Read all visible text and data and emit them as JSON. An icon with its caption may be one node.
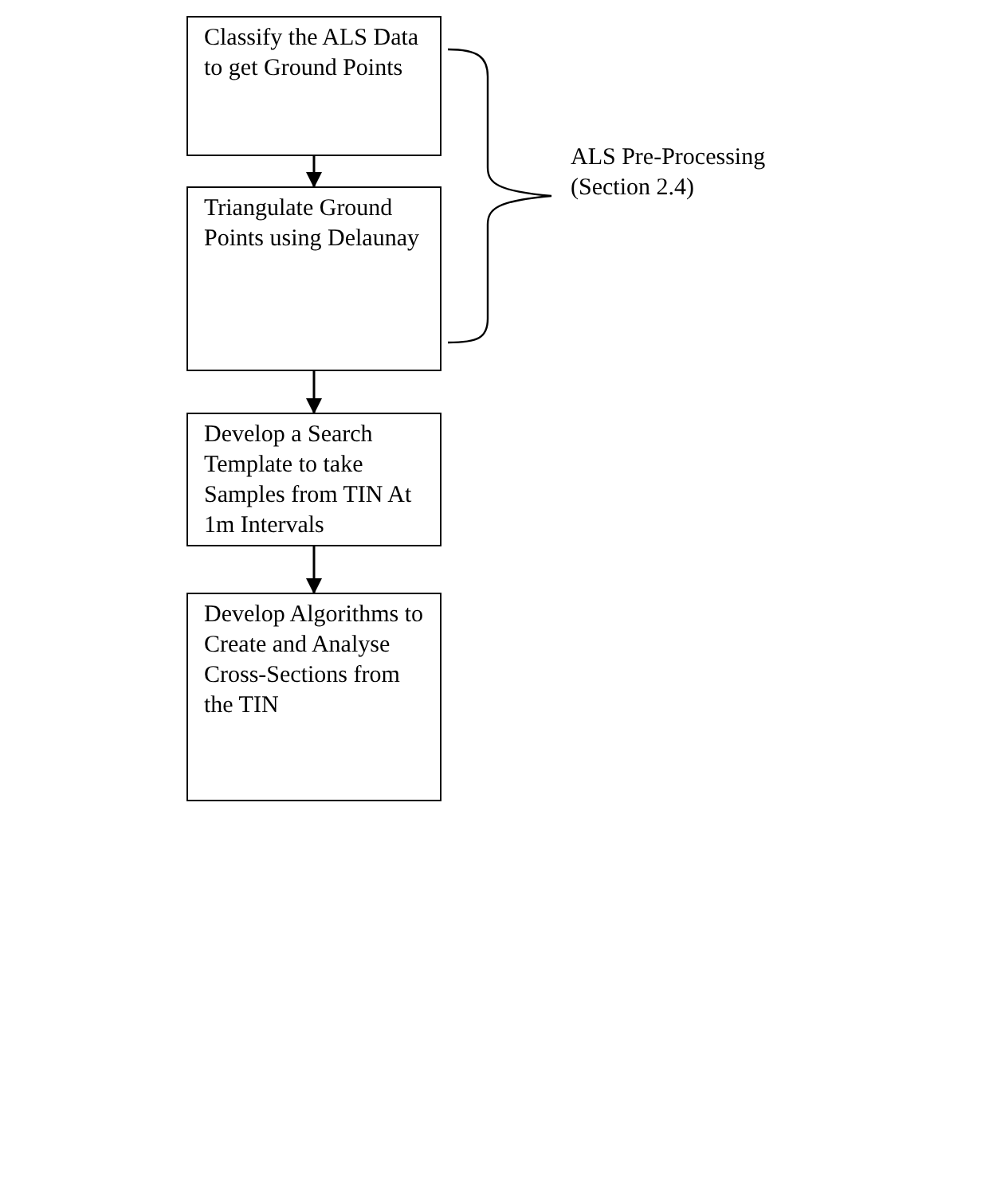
{
  "diagram": {
    "nodes": [
      {
        "text": [
          "Classify the ALS Data to get Ground Points"
        ]
      },
      {
        "text": [
          "Triangulate Ground Points using Delaunay"
        ]
      },
      {
        "text": [
          "Develop a Search Template to take Samples from TIN At 1m Intervals"
        ]
      },
      {
        "text": [
          "Develop Algorithms to Create and Analyse Cross-Sections from the TIN"
        ]
      }
    ],
    "edges": [
      {
        "from": 0,
        "to": 1,
        "arrow": "to"
      },
      {
        "from": 1,
        "to": 2,
        "arrow": "to"
      },
      {
        "from": 2,
        "to": 3,
        "arrow": "to"
      }
    ],
    "labels": [
      "ALS Pre-Processing (Section 2.4)"
    ]
  }
}
